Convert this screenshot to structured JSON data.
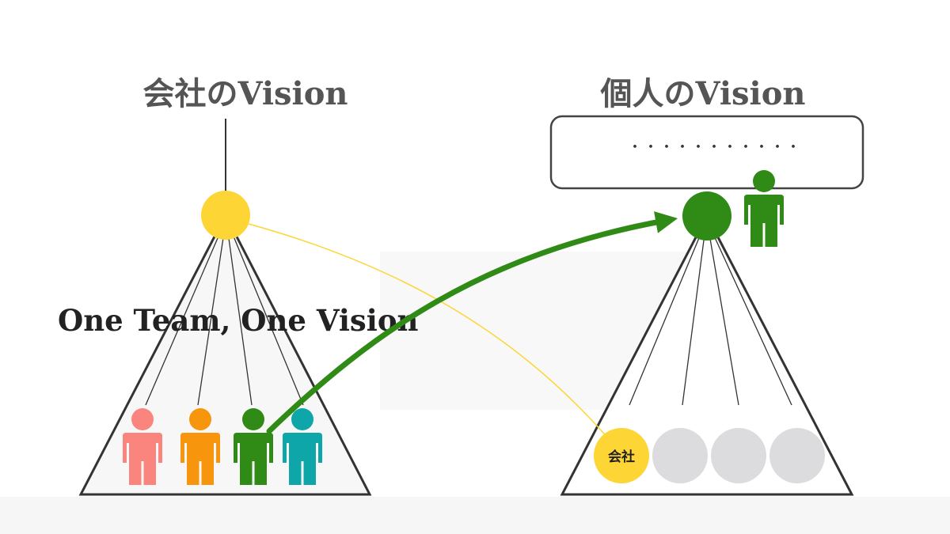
{
  "company": {
    "title": "会社のVision",
    "members": [
      {
        "role": "member",
        "color": "#fa847e"
      },
      {
        "role": "member",
        "color": "#f7960d"
      },
      {
        "role": "member",
        "color": "#2f8a16"
      },
      {
        "role": "member",
        "color": "#0ea6a8"
      }
    ],
    "vision_color": "#fdd535"
  },
  "slogan": "One Team, One Vision",
  "personal": {
    "title": "個人のVision",
    "bubble_text": "・・・・・・・・・・・",
    "vision_color": "#2f8a16",
    "person_color": "#2f8a16",
    "company_circle_label": "会社",
    "company_circle_color": "#fdd535",
    "empty_circle_color": "#dcdcdf"
  },
  "colors": {
    "title_gray": "#555555",
    "outline": "#333333",
    "flow_green": "#2f8a16",
    "link_yellow": "#fdd535"
  }
}
